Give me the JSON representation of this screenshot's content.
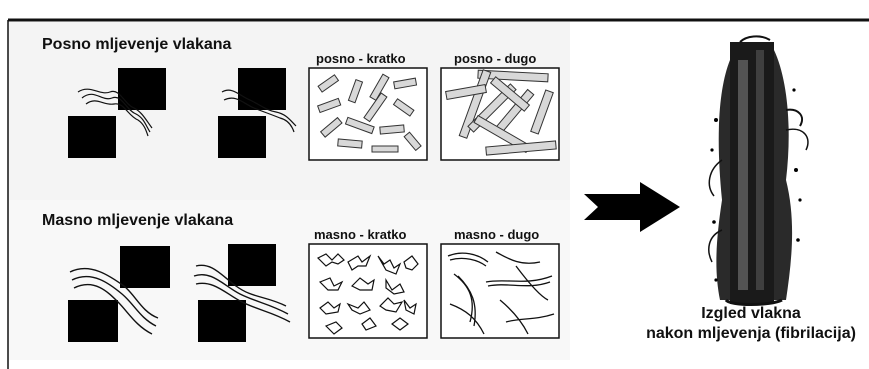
{
  "dry": {
    "title": "Posno mljevenje vlakana",
    "short_label": "posno - kratko",
    "long_label": "posno - dugo"
  },
  "wet": {
    "title": "Masno mljevenje vlakana",
    "short_label": "masno - kratko",
    "long_label": "masno - dugo"
  },
  "result": {
    "caption_line1": "Izgled vlakna",
    "caption_line2": "nakon mljevenja (fibrilacija)"
  }
}
